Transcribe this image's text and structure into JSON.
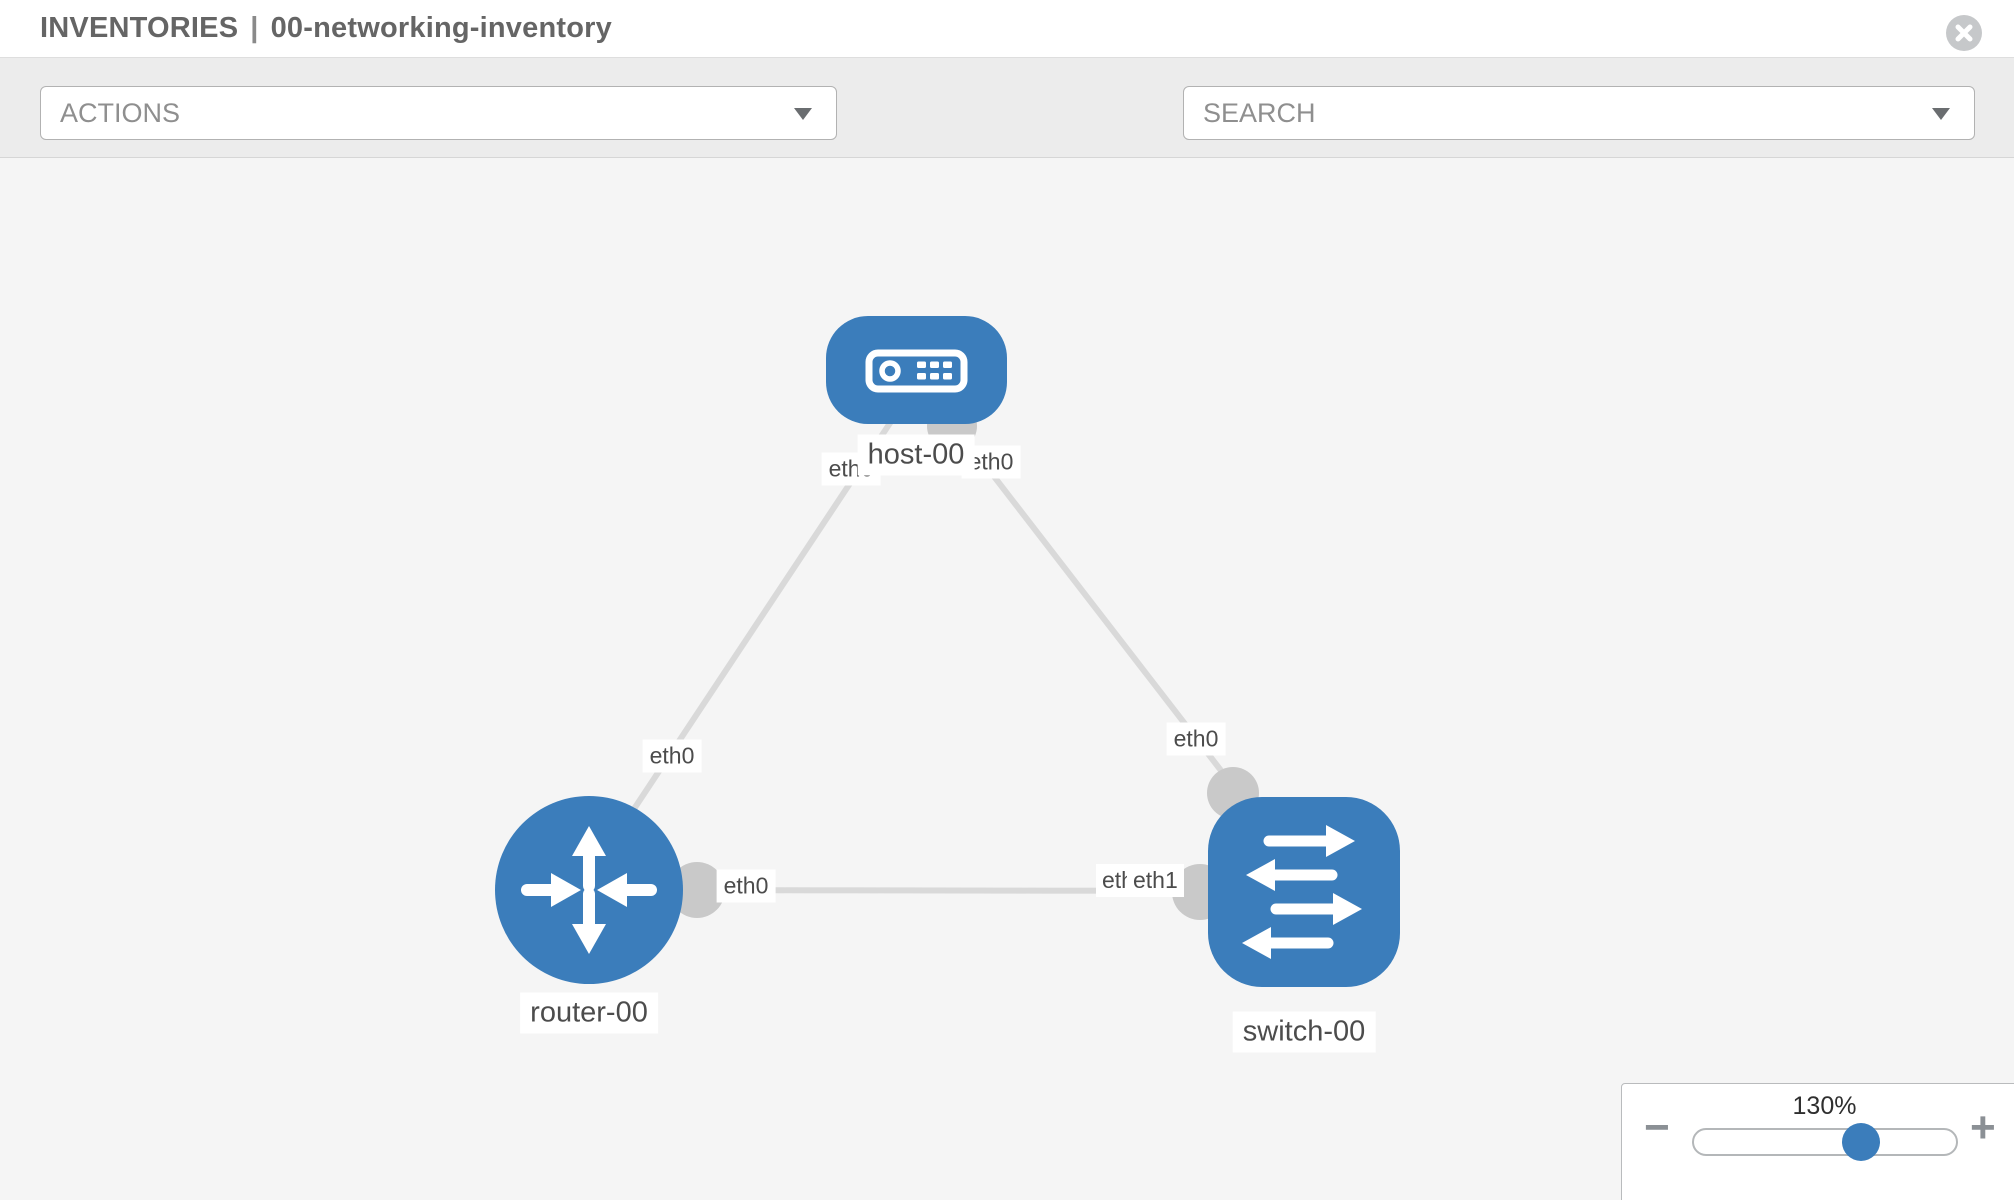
{
  "header": {
    "title_left": "INVENTORIES",
    "separator": "|",
    "title_right": "00-networking-inventory"
  },
  "toolbar": {
    "actions_label": "ACTIONS",
    "search_label": "SEARCH",
    "icons": [
      "wrench-icon",
      "key-icon"
    ]
  },
  "topology": {
    "nodes": [
      {
        "id": "host-00",
        "type": "host",
        "label": "host-00"
      },
      {
        "id": "router-00",
        "type": "router",
        "label": "router-00"
      },
      {
        "id": "switch-00",
        "type": "switch",
        "label": "switch-00"
      }
    ],
    "links": [
      {
        "from": "host-00",
        "to": "router-00",
        "from_interface": "eth0",
        "to_interface": "eth0"
      },
      {
        "from": "host-00",
        "to": "switch-00",
        "from_interface": "eth0",
        "to_interface": "eth0"
      },
      {
        "from": "router-00",
        "to": "switch-00",
        "from_interface": "eth0",
        "to_interface": "eth1"
      }
    ],
    "overlap_under_label": "eth0"
  },
  "zoom_control": {
    "value": "130%",
    "minus_label": "−",
    "plus_label": "+"
  },
  "colors": {
    "node_blue": "#3b7dbb",
    "link_gray": "#d9d9d9",
    "connector_gray": "#c9c9c9"
  }
}
